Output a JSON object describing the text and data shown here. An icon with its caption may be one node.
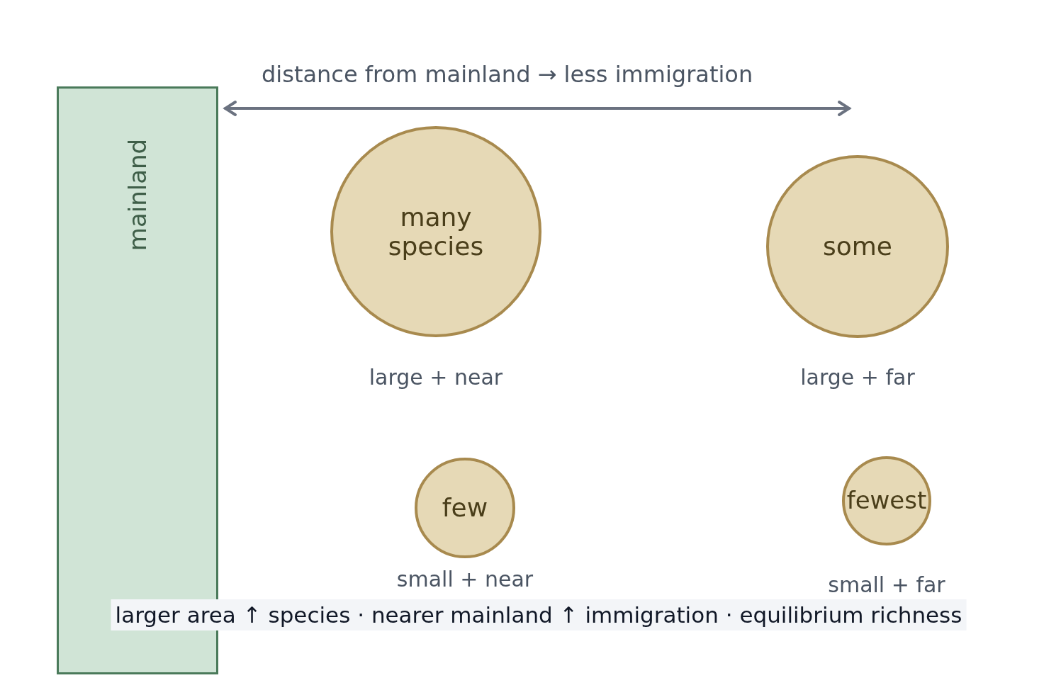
{
  "diagram": {
    "caption": "larger area ↑ species · nearer mainland ↑ immigration · equilibrium richness",
    "nodes": [
      {
        "text": [
          "mainland"
        ]
      },
      {
        "text": [
          "many species"
        ],
        "beside": [
          "large + near"
        ]
      },
      {
        "text": [
          "some"
        ],
        "beside": [
          "large + far"
        ]
      },
      {
        "text": [
          "few"
        ],
        "beside": [
          "small + near"
        ]
      },
      {
        "text": [
          "fewest"
        ],
        "beside": [
          "small + far"
        ]
      }
    ],
    "edges": [],
    "labels": [
      "distance from mainland → less immigration"
    ]
  }
}
